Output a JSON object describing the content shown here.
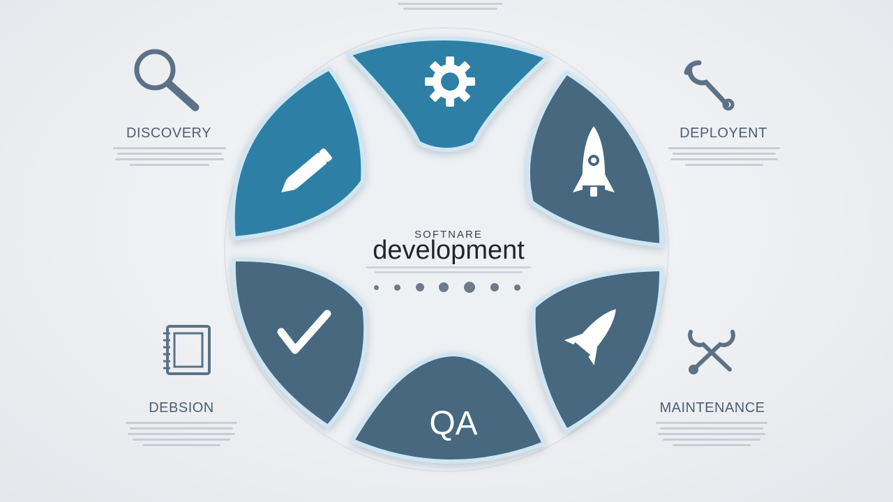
{
  "stages": {
    "discovery": "DISCOVERY",
    "deployment": "DEPLOYENT",
    "design": "DEBSION",
    "maintenance": "MAINTENANCE"
  },
  "center": {
    "eyebrow": "SOFTNARE",
    "title": "development"
  },
  "qa_label": "QA",
  "icons": [
    "search-icon",
    "wrench-icon",
    "notebook-icon",
    "tools-icon",
    "gear-icon",
    "pencil-icon",
    "rocket-icon",
    "check-icon",
    "rocket-launch-icon"
  ],
  "colors": {
    "segment_light": "#2f7fa6",
    "segment_dark": "#47677f",
    "segment_mid": "#3b6f8e",
    "label": "#4d5e72",
    "background": "#eceef1"
  }
}
